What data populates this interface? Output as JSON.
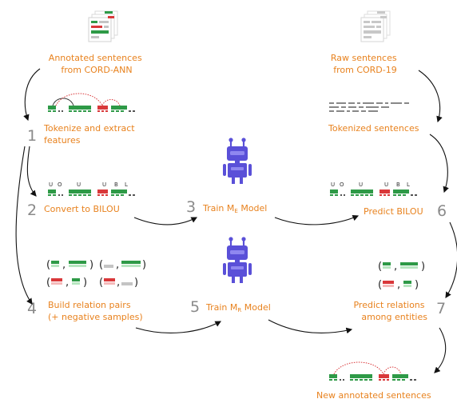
{
  "labels": {
    "annotated": "Annotated sentences\nfrom CORD-ANN",
    "raw": "Raw sentences\nfrom CORD-19",
    "tokenize": "Tokenize and extract\nfeatures",
    "tokenized": "Tokenized sentences",
    "convert": "Convert to BILOU",
    "train_e": "Train M",
    "train_e_sub": "E",
    "train_e_tail": " Model",
    "predict_bilou": "Predict BILOU",
    "build": "Build relation pairs\n(+ negative samples)",
    "train_r": "Train M",
    "train_r_sub": "R",
    "train_r_tail": " Model",
    "predict_rel": "Predict relations\namong entities",
    "new_annotated": "New annotated sentences"
  },
  "steps": {
    "s1": "1",
    "s2": "2",
    "s3": "3",
    "s4": "4",
    "s5": "5",
    "s6": "6",
    "s7": "7"
  },
  "bilou_tags": {
    "u1": "U",
    "o": "O",
    "u2": "U",
    "u3": "U",
    "b": "B",
    "l": "L"
  },
  "colors": {
    "label": "#e8821e",
    "number": "#8a8a8a",
    "green": "#2e9a47",
    "light_green": "#b7e6c0",
    "red": "#d9383a",
    "light_red": "#f5b9b9",
    "gray": "#c4c4c4",
    "robot": "#5a50d8",
    "robot_dark": "#4035b8",
    "dotted_link": "#d9383a"
  },
  "icons": [
    "document-stack-icon",
    "robot-icon",
    "arrow-icon"
  ]
}
